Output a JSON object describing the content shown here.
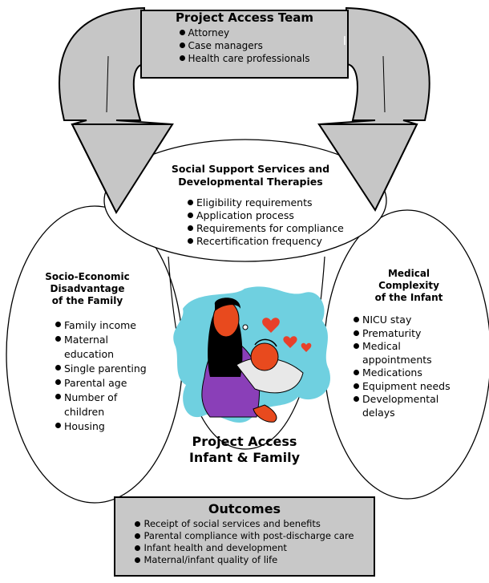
{
  "team": {
    "title": "Project Access Team",
    "items": [
      "Attorney",
      "Case managers",
      "Health care professionals"
    ]
  },
  "support": {
    "title_line1": "Social Support Services and",
    "title_line2": "Developmental Therapies",
    "items": [
      "Eligibility requirements",
      "Application process",
      "Requirements for compliance",
      "Recertification frequency"
    ]
  },
  "socio": {
    "title_line1": "Socio-Economic",
    "title_line2": "Disadvantage",
    "title_line3": "of the Family",
    "items": [
      "Family income",
      "Maternal education",
      "Single parenting",
      "Parental age",
      "Number of children",
      "Housing"
    ]
  },
  "medical": {
    "title_line1": "Medical",
    "title_line2": "Complexity",
    "title_line3": "of the Infant",
    "items": [
      "NICU stay",
      "Prematurity",
      "Medical appointments",
      "Medications",
      "Equipment needs",
      "Developmental delays"
    ]
  },
  "family": {
    "title_line1": "Project Access",
    "title_line2": "Infant & Family"
  },
  "outcomes": {
    "title": "Outcomes",
    "items": [
      "Receipt of social services and benefits",
      "Parental compliance with post-discharge care",
      "Infant health and development",
      "Maternal/infant quality of life"
    ]
  },
  "colors": {
    "box_fill": "#c8c8c8",
    "arrow_fill": "#c6c6c6",
    "line": "#000000",
    "heart": "#e8402a",
    "splash": "#6fd0e0",
    "mother_shirt": "#8a3fb8",
    "skin": "#e84a1e"
  },
  "icons": [
    "cycle-arrow-icon",
    "mother-infant-clipart-icon",
    "heart-icon"
  ]
}
